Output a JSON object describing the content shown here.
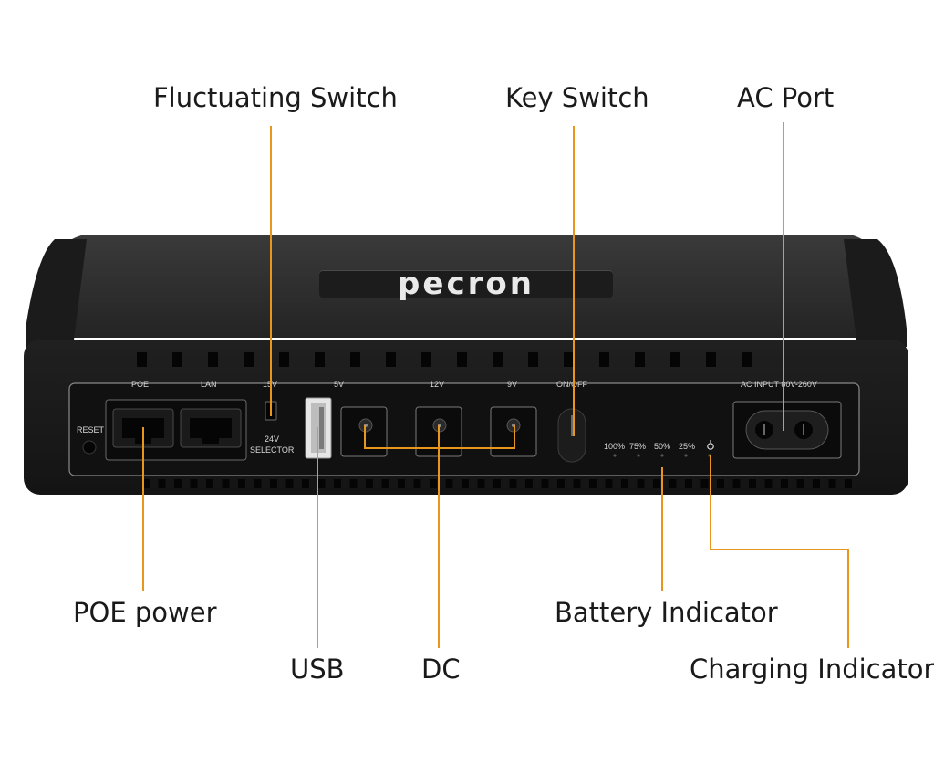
{
  "callouts": {
    "fluctuating_switch": "Fluctuating Switch",
    "key_switch": "Key Switch",
    "ac_port": "AC Port",
    "poe_power": "POE power",
    "usb": "USB",
    "dc": "DC",
    "battery_indicator": "Battery Indicator",
    "charging_indicator": "Charging Indicator"
  },
  "device": {
    "brand": "pecron",
    "panel_labels": {
      "poe": "POE",
      "lan": "LAN",
      "v15": "15V",
      "v5": "5V",
      "v12": "12V",
      "v9": "9V",
      "on_off": "ON/OFF",
      "ac_input": "AC INPUT 80V-260V",
      "reset": "RESET",
      "selector_line1": "24V",
      "selector_line2": "SELECTOR"
    },
    "battery_levels": [
      "100%",
      "75%",
      "50%",
      "25%"
    ]
  },
  "colors": {
    "leader": "#e8961c",
    "body": "#2b2b2b",
    "brand_accent": "#f0a020"
  }
}
